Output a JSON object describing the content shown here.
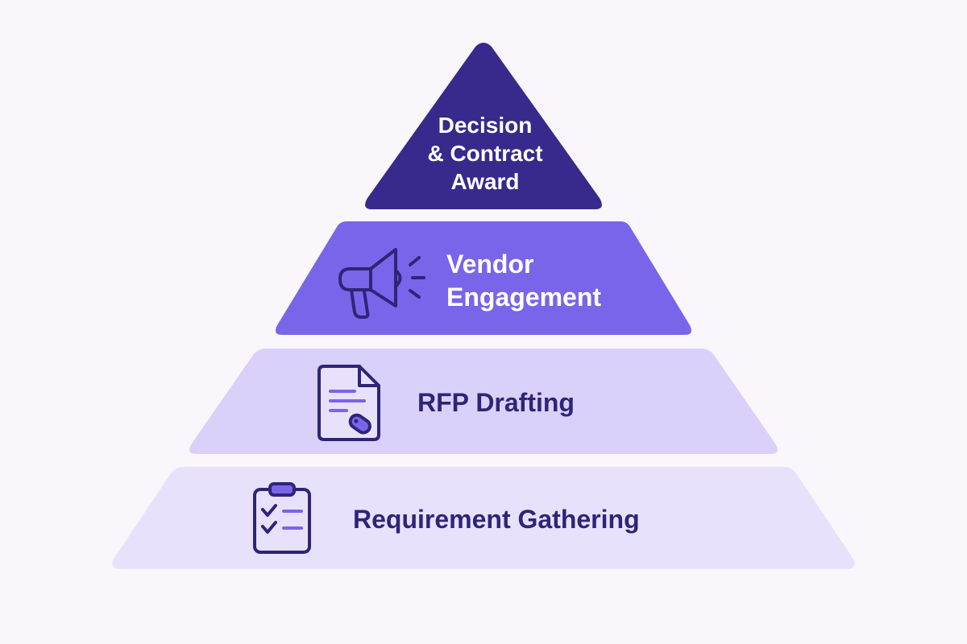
{
  "pyramid": {
    "tiers": [
      {
        "lines": [
          "Decision",
          "& Contract",
          "Award"
        ],
        "icon": "none",
        "fill": "#372a8c",
        "text_color": "#ffffff"
      },
      {
        "lines": [
          "Vendor",
          "Engagement"
        ],
        "icon": "megaphone-icon",
        "fill": "#7965ea",
        "text_color": "#ffffff"
      },
      {
        "lines": [
          "RFP Drafting"
        ],
        "icon": "document-icon",
        "fill": "#d9d1fa",
        "text_color": "#2e2577"
      },
      {
        "lines": [
          "Requirement Gathering"
        ],
        "icon": "clipboard-checklist-icon",
        "fill": "#e8e1fb",
        "text_color": "#2e2577"
      }
    ],
    "colors": {
      "background": "#fbf6fc",
      "icon_stroke_dark": "#2e2577",
      "icon_accent": "#7965ea"
    }
  }
}
